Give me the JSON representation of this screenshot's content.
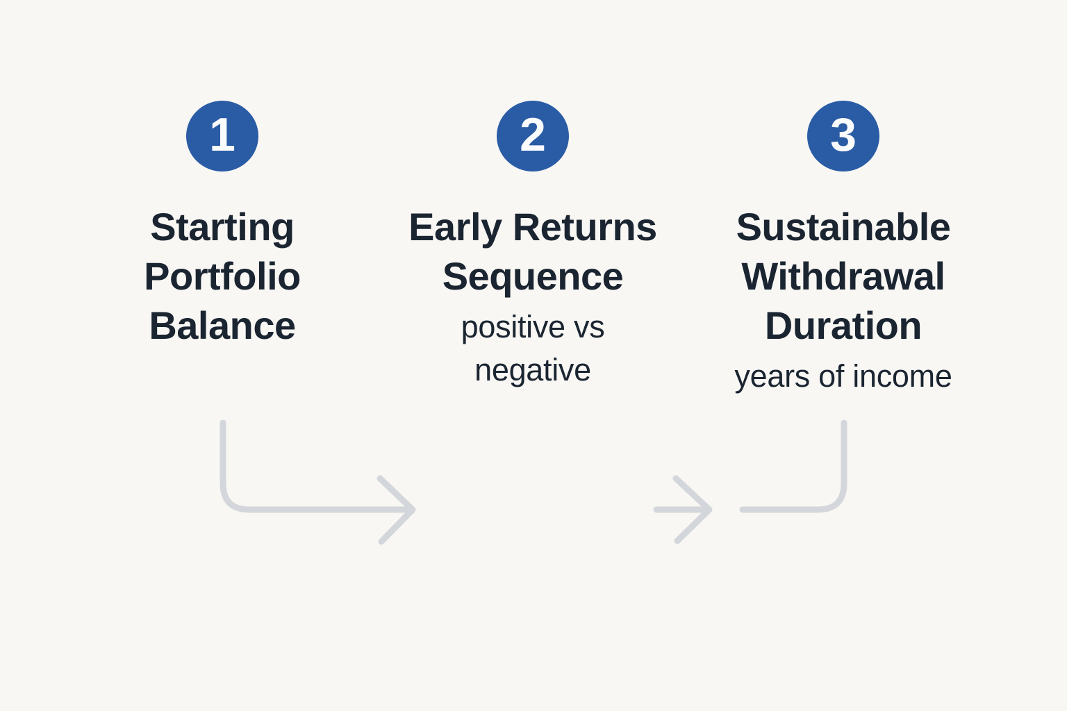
{
  "colors": {
    "background": "#F8F7F4",
    "accent_blue": "#2A5CA5",
    "text_dark": "#1B2531",
    "arrow_gray": "#D3D6DA",
    "circle_number": "#FAFBFC"
  },
  "steps": [
    {
      "number": "1",
      "title_lines": [
        "Starting",
        "Portfolio",
        "Balance"
      ],
      "subtitle_lines": []
    },
    {
      "number": "2",
      "title_lines": [
        "Early Returns",
        "Sequence"
      ],
      "subtitle_lines": [
        "positive vs",
        "negative"
      ]
    },
    {
      "number": "3",
      "title_lines": [
        "Sustainable",
        "Withdrawal",
        "Duration"
      ],
      "subtitle_lines": [
        "years of income"
      ]
    }
  ],
  "arrows": [
    {
      "name": "arrow-step1-to-step2",
      "shape": "elbow-down-right",
      "direction": "right"
    },
    {
      "name": "arrow-step2-to-step3",
      "shape": "head-and-elbow-from-step3",
      "direction": "right"
    }
  ]
}
